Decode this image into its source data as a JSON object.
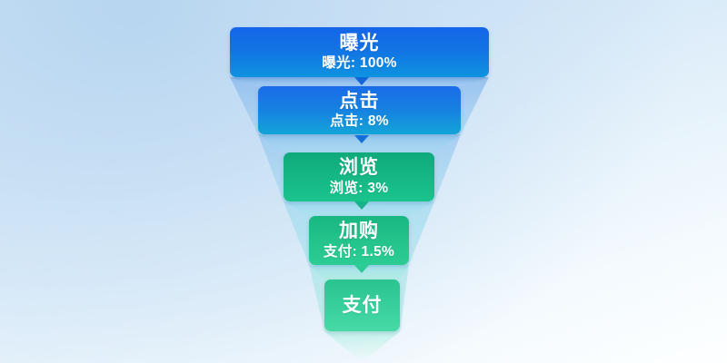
{
  "chart_data": {
    "type": "funnel",
    "title": "",
    "categories": [
      "曝光",
      "点击",
      "浏览",
      "加购",
      "支付"
    ],
    "values": [
      100,
      8,
      3,
      1.5,
      null
    ],
    "value_labels": [
      "曝光: 100%",
      "点击: 8%",
      "浏览: 3%",
      "支付: 1.5%",
      ""
    ],
    "unit": "%",
    "grid": false,
    "legend": "none",
    "stages": [
      {
        "name": "曝光",
        "label": "曝光: 100%",
        "value": 100,
        "color_top": "#1565e8",
        "color_bottom": "#0e93e0"
      },
      {
        "name": "点击",
        "label": "点击: 8%",
        "value": 8,
        "color_top": "#1a6ce8",
        "color_bottom": "#13a4d8"
      },
      {
        "name": "浏览",
        "label": "浏览: 3%",
        "value": 3,
        "color_top": "#0fa97c",
        "color_bottom": "#1bc38d"
      },
      {
        "name": "加购",
        "label": "支付: 1.5%",
        "value": 1.5,
        "color_top": "#18b681",
        "color_bottom": "#2ccd94"
      },
      {
        "name": "支付",
        "label": "",
        "value": null,
        "color_top": "#2ac491",
        "color_bottom": "#48d9a6"
      }
    ]
  },
  "colors": {
    "background_top": "#c3dcf2",
    "background_bottom": "#fdffff",
    "funnel_wedge_blue": "#9fc6ef",
    "funnel_wedge_cyan": "#a9e3ef",
    "funnel_wedge_mint": "#aeeedd",
    "arrow_blue": "#1366d8",
    "arrow_teal": "#17b489",
    "arrow_green": "#2ecb97",
    "text": "#ffffff"
  }
}
